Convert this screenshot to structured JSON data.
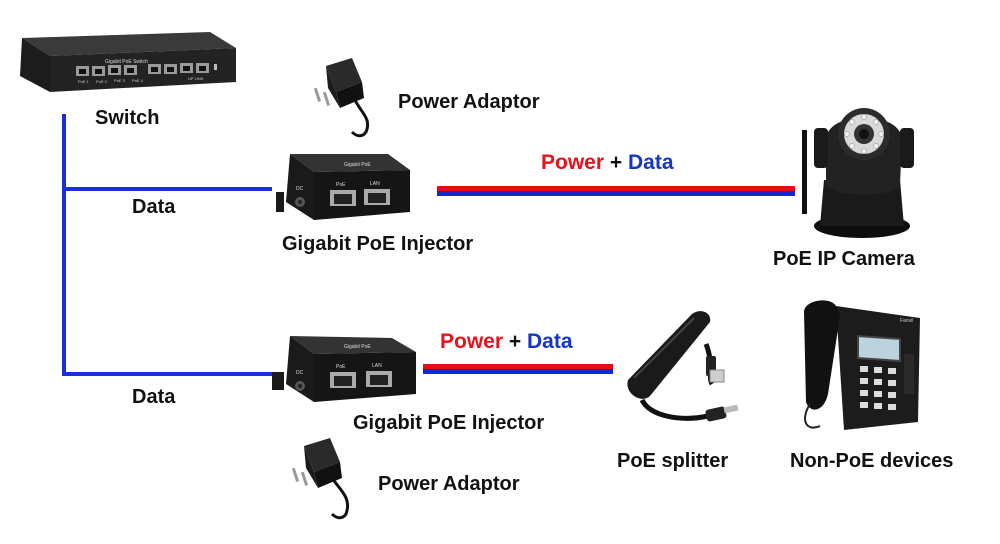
{
  "labels": {
    "switch": "Switch",
    "data_top": "Data",
    "data_bottom": "Data",
    "power_adaptor_top": "Power Adaptor",
    "power_adaptor_bottom": "Power Adaptor",
    "injector_top": "Gigabit PoE Injector",
    "injector_bottom": "Gigabit PoE Injector",
    "camera": "PoE IP Camera",
    "splitter": "PoE splitter",
    "non_poe": "Non-PoE devices"
  },
  "cable_labels": {
    "top": {
      "power": "Power",
      "plus": "+",
      "data": "Data"
    },
    "bottom": {
      "power": "Power",
      "plus": "+",
      "data": "Data"
    }
  },
  "device_text": {
    "switch_brand": "Gigabit PoE Switch",
    "switch_uplink": "UP LINK",
    "switch_ports": [
      "PoE 1",
      "PoE 2",
      "PoE 3",
      "PoE 4"
    ],
    "injector_brand": "Gigabit PoE",
    "injector_dc": "DC",
    "injector_poe": "PoE",
    "injector_lan": "LAN",
    "phone_brand": "Fanvil"
  },
  "colors": {
    "power": "#e8121c",
    "data": "#1437c8",
    "bus_line": "#1a2fd6",
    "device_body": "#1b1b1b"
  },
  "icons": {
    "switch": "network-switch-icon",
    "adaptor": "power-adaptor-icon",
    "injector": "poe-injector-icon",
    "camera": "ip-camera-icon",
    "splitter": "poe-splitter-icon",
    "phone": "ip-phone-icon"
  }
}
